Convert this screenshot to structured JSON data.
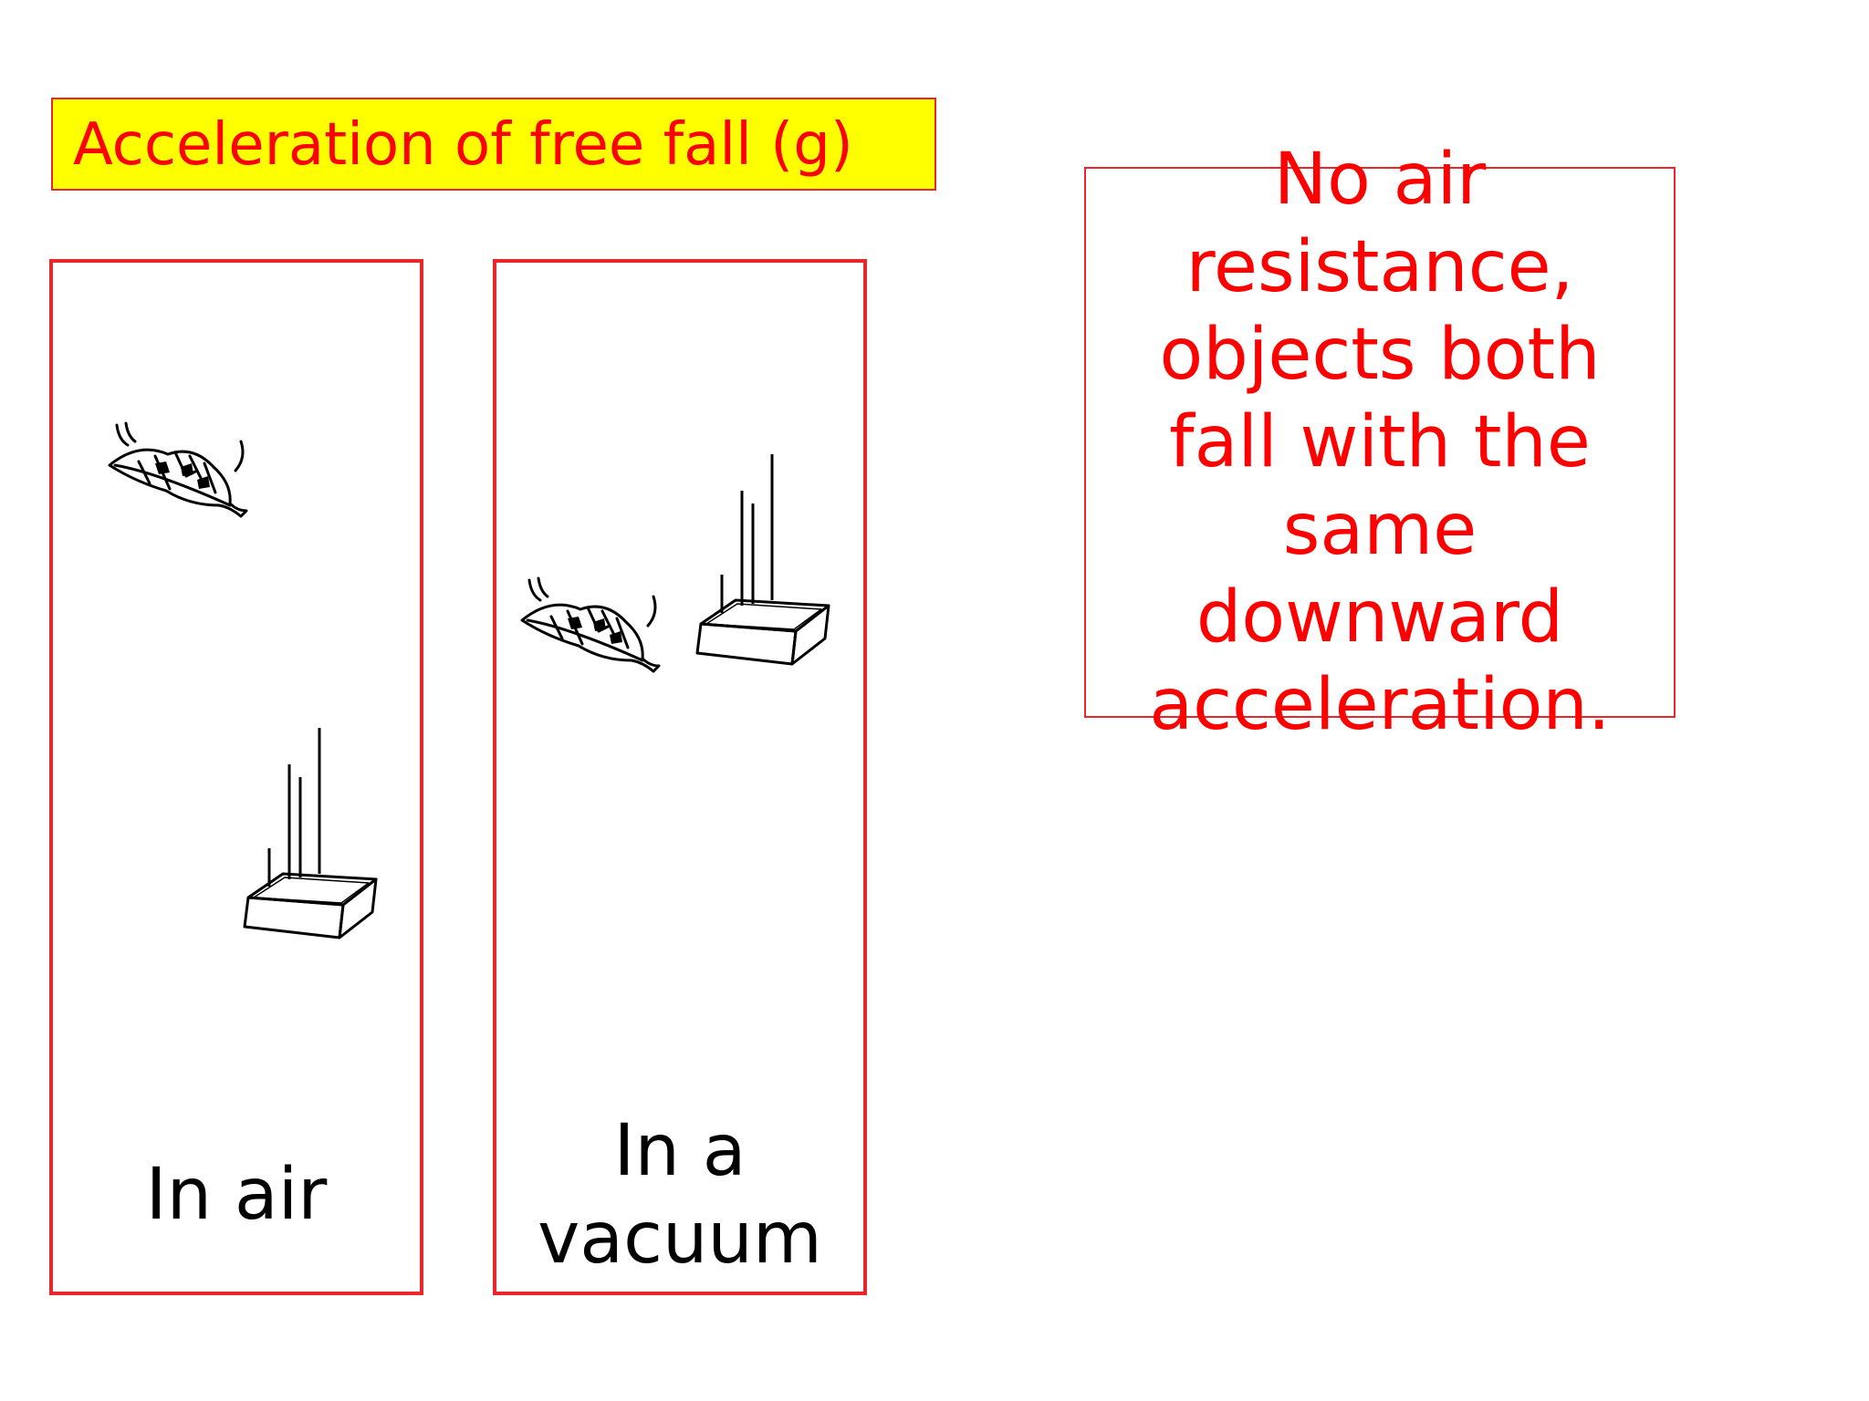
{
  "title": "Acceleration of free fall (g)",
  "panels": [
    {
      "label": "In air"
    },
    {
      "label": "In a vacuum"
    }
  ],
  "note": "No air resistance, objects both fall with the same downward acceleration.",
  "colors": {
    "accent": "#ff0000",
    "border": "#e8262b",
    "title_background": "#ffff00",
    "label_text": "#000000"
  },
  "icons": [
    "feather-icon",
    "block-icon"
  ]
}
